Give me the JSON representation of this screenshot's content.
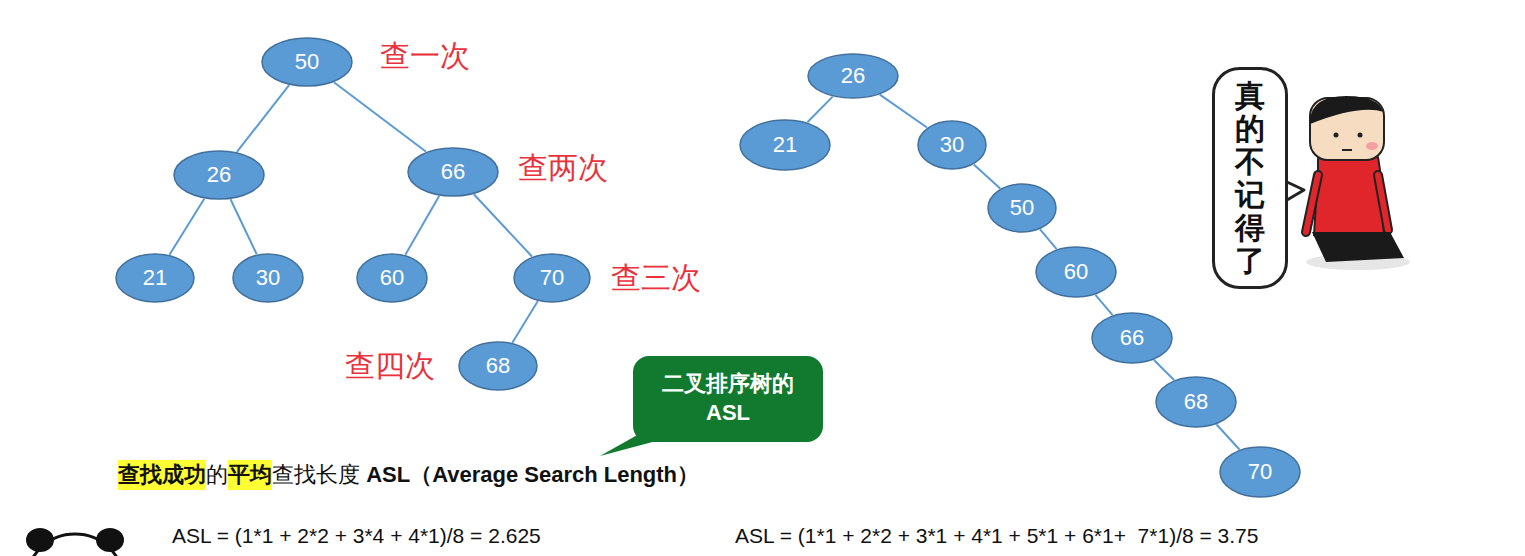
{
  "diagram": {
    "nodes": [
      {
        "text": [
          "50"
        ]
      },
      {
        "text": [
          "26"
        ]
      },
      {
        "text": [
          "66"
        ]
      },
      {
        "text": [
          "21"
        ]
      },
      {
        "text": [
          "30"
        ]
      },
      {
        "text": [
          "60"
        ]
      },
      {
        "text": [
          "70"
        ]
      },
      {
        "text": [
          "68"
        ]
      },
      {
        "text": [
          "26"
        ]
      },
      {
        "text": [
          "21"
        ]
      },
      {
        "text": [
          "30"
        ]
      },
      {
        "text": [
          "50"
        ]
      },
      {
        "text": [
          "60"
        ]
      },
      {
        "text": [
          "66"
        ]
      },
      {
        "text": [
          "68"
        ]
      },
      {
        "text": [
          "70"
        ]
      },
      {
        "text": [
          "二叉排序树的 ASL"
        ]
      },
      {
        "text": [
          "真的不记得了"
        ]
      }
    ],
    "edges": [
      {
        "from": 0,
        "to": 1,
        "arrow": "none"
      },
      {
        "from": 0,
        "to": 2,
        "arrow": "none"
      },
      {
        "from": 1,
        "to": 3,
        "arrow": "none"
      },
      {
        "from": 1,
        "to": 4,
        "arrow": "none"
      },
      {
        "from": 2,
        "to": 5,
        "arrow": "none"
      },
      {
        "from": 2,
        "to": 6,
        "arrow": "none"
      },
      {
        "from": 6,
        "to": 7,
        "arrow": "none"
      },
      {
        "from": 8,
        "to": 9,
        "arrow": "none"
      },
      {
        "from": 8,
        "to": 10,
        "arrow": "none"
      },
      {
        "from": 10,
        "to": 11,
        "arrow": "none"
      },
      {
        "from": 11,
        "to": 12,
        "arrow": "none"
      },
      {
        "from": 12,
        "to": 13,
        "arrow": "none"
      },
      {
        "from": 13,
        "to": 14,
        "arrow": "none"
      },
      {
        "from": 14,
        "to": 15,
        "arrow": "none"
      }
    ],
    "labels": [
      "查一次",
      "查两次",
      "查三次",
      "查四次",
      "查找成功",
      "的",
      "平均",
      "查找长度 ",
      "ASL（Average Search Length）",
      "ASL = (1*1 + 2*2 + 3*4 + 4*1)/8 = 2.625",
      "ASL = (1*1 + 2*2 + 3*1 + 4*1 + 5*1 + 6*1+  7*1)/8 = 3.75"
    ]
  }
}
